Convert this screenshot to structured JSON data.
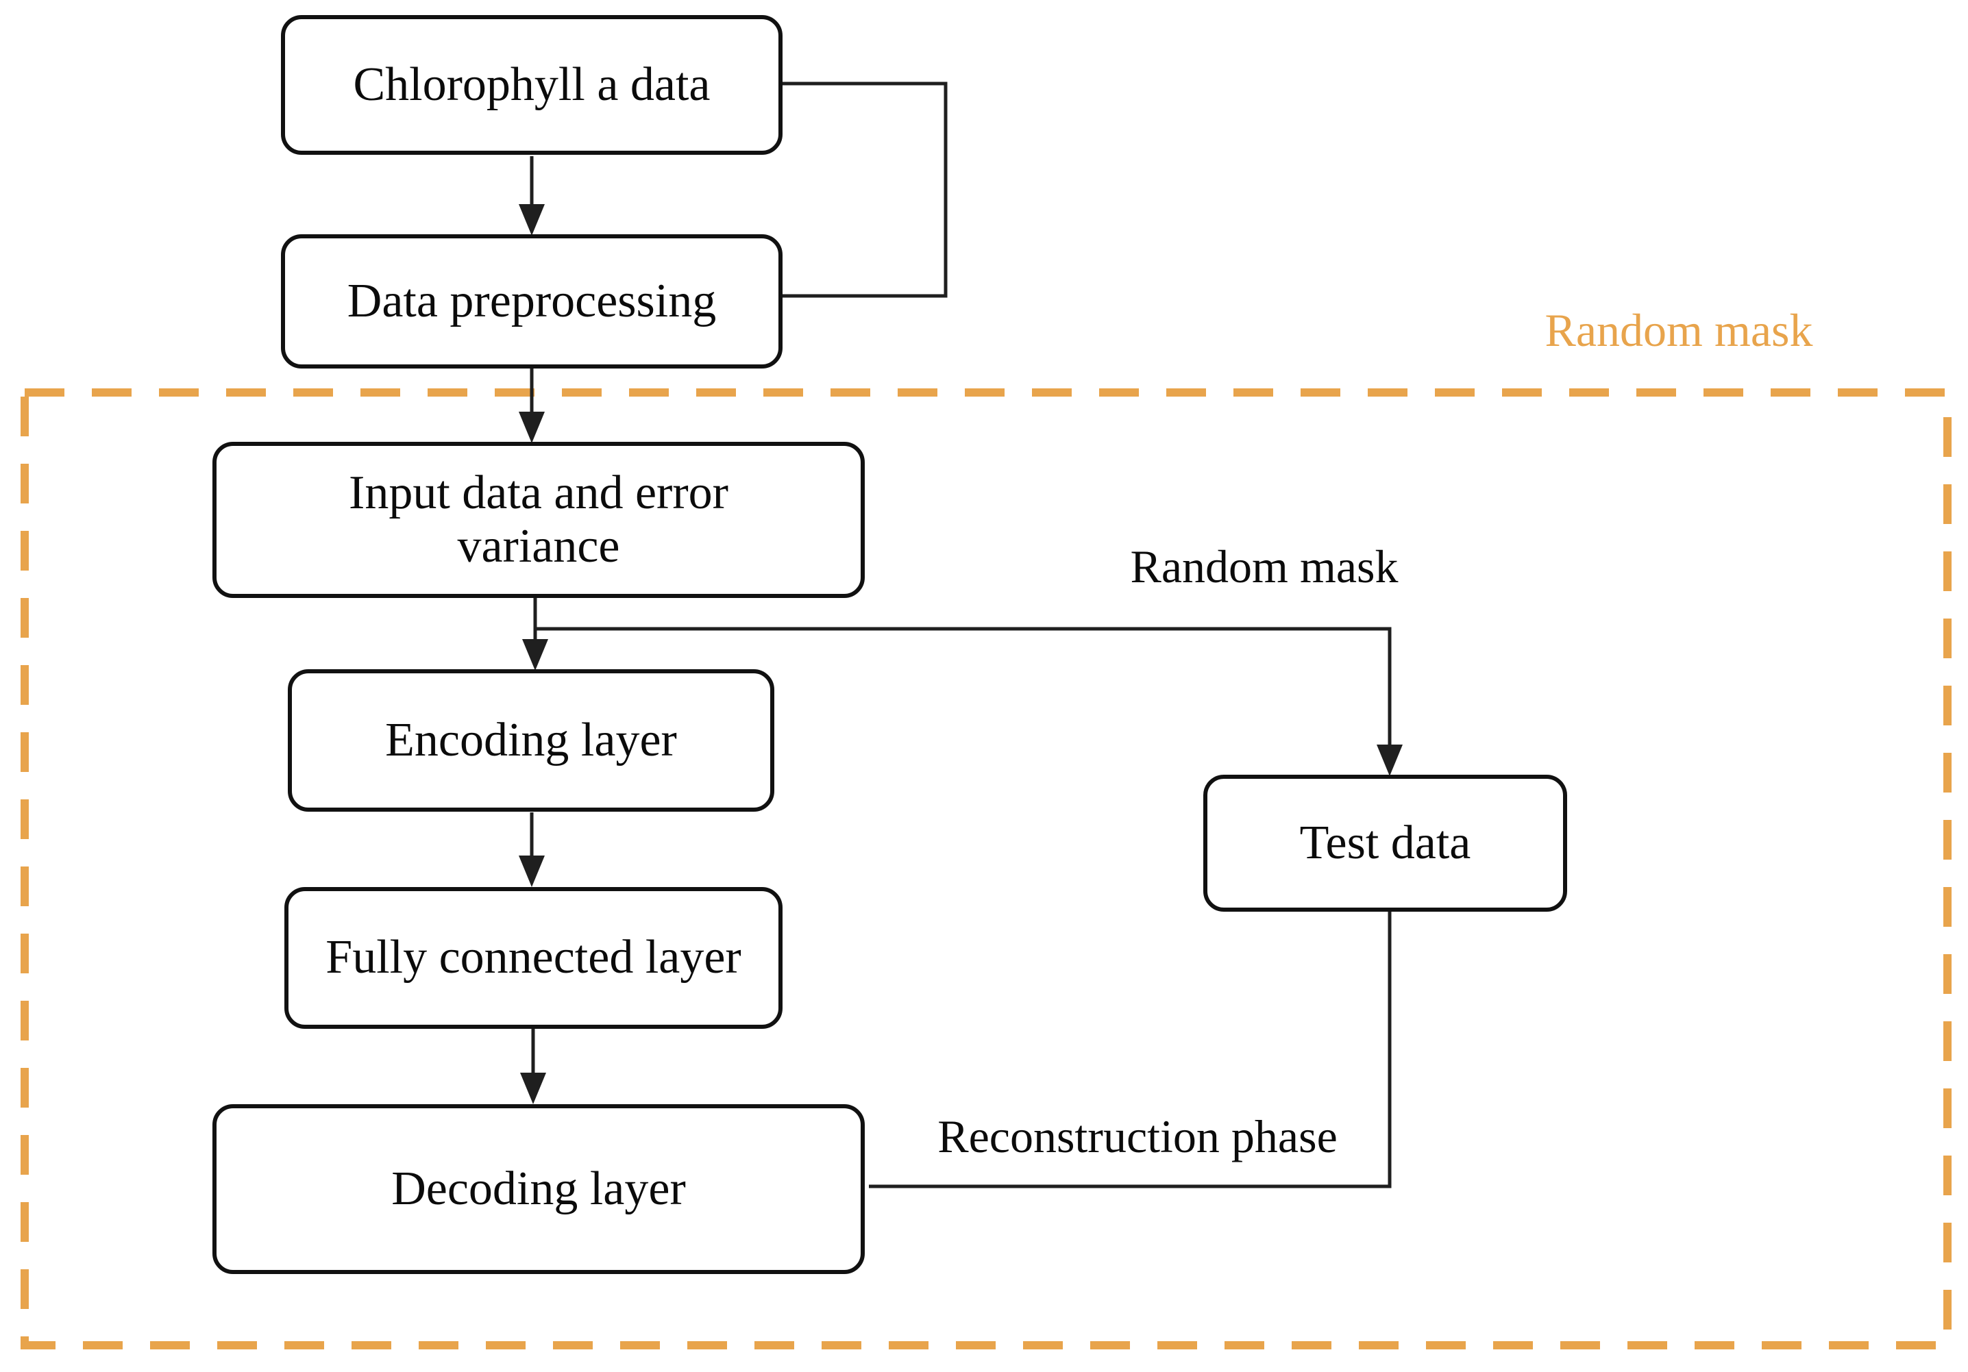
{
  "diagram": {
    "boxes": {
      "chlorophyll": {
        "label": "Chlorophyll a data"
      },
      "preprocessing": {
        "label": "Data preprocessing"
      },
      "input": {
        "label_lines": [
          "Input data and error",
          "variance"
        ]
      },
      "encoding": {
        "label": "Encoding layer"
      },
      "fully_connected": {
        "label": "Fully connected layer"
      },
      "decoding": {
        "label": "Decoding layer"
      },
      "test": {
        "label": "Test data"
      }
    },
    "edge_labels": {
      "random_mask_region": "Random mask",
      "random_mask": "Random mask",
      "reconstruction_phase": "Reconstruction phase"
    },
    "colors": {
      "mask-region": "#E8A44C",
      "line": "#1f1f1f",
      "box-border": "#111111",
      "text": "#0b0b0b"
    }
  }
}
